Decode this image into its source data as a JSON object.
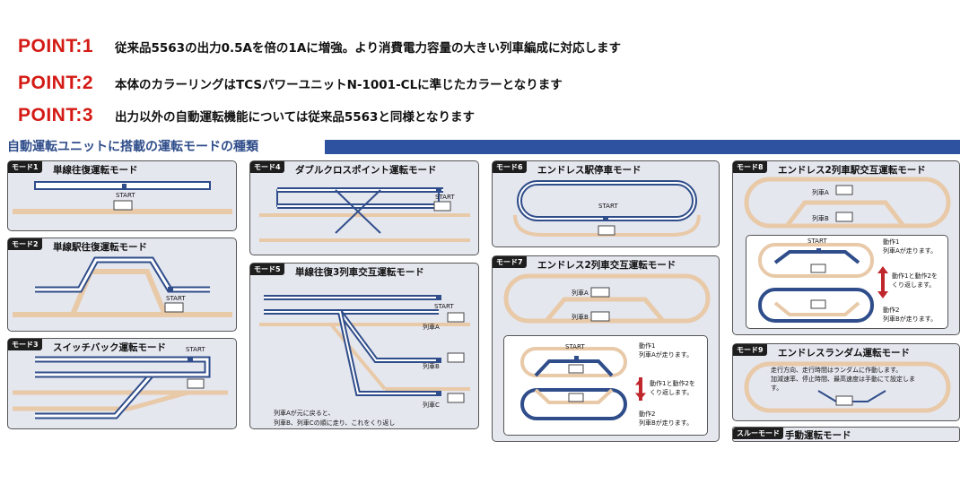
{
  "points": [
    {
      "label": "POINT:1",
      "text": "従来品5563の出力0.5Aを倍の1Aに増強。より消費電力容量の大きい列車編成に対応します"
    },
    {
      "label": "POINT:2",
      "text": "本体のカラーリングはTCSパワーユニットN-1001-CLに準じたカラーとなります"
    },
    {
      "label": "POINT:3",
      "text": "出力以外の自動運転機能については従来品5563と同様となります"
    }
  ],
  "section_title": "自動運転ユニットに搭載の運転モードの種類",
  "common": {
    "start": "START"
  },
  "modes": {
    "m1": {
      "tag": "モード1",
      "title": "単線往復運転モード"
    },
    "m2": {
      "tag": "モード2",
      "title": "単線駅往復運転モード"
    },
    "m3": {
      "tag": "モード3",
      "title": "スイッチバック運転モード"
    },
    "m4": {
      "tag": "モード4",
      "title": "ダブルクロスポイント運転モード"
    },
    "m5": {
      "tag": "モード5",
      "title": "単線往復3列車交互運転モード",
      "trainA": "列車A",
      "trainB": "列車B",
      "trainC": "列車C",
      "note1": "列車Aが元に戻ると、",
      "note2": "列車B、列車Cの順に走り、これをくり返し"
    },
    "m6": {
      "tag": "モード6",
      "title": "エンドレス駅停車モード"
    },
    "m7": {
      "tag": "モード7",
      "title": "エンドレス2列車交互運転モード",
      "trainA": "列車A",
      "trainB": "列車B",
      "step1": "動作1",
      "step1_desc": "列車Aが走ります。",
      "repeat1": "動作1と動作2を",
      "repeat2": "くり返します。",
      "step2": "動作2",
      "step2_desc": "列車Bが走ります。"
    },
    "m8": {
      "tag": "モード8",
      "title": "エンドレス2列車駅交互運転モード",
      "trainA": "列車A",
      "trainB": "列車B",
      "step1": "動作1",
      "step1_desc": "列車Aが走ります。",
      "repeat1": "動作1と動作2を",
      "repeat2": "くり返します。",
      "step2": "動作2",
      "step2_desc": "列車Bが走ります。"
    },
    "m9": {
      "tag": "モード9",
      "title": "エンドレスランダム運転モード",
      "desc1": "走行方向、走行時間はランダムに作動します。",
      "desc2": "加減速率、停止時間、最高速度は手動にて設定しま",
      "desc3": "す。"
    },
    "thru": {
      "tag": "スルーモード",
      "title": "手動運転モード"
    }
  }
}
